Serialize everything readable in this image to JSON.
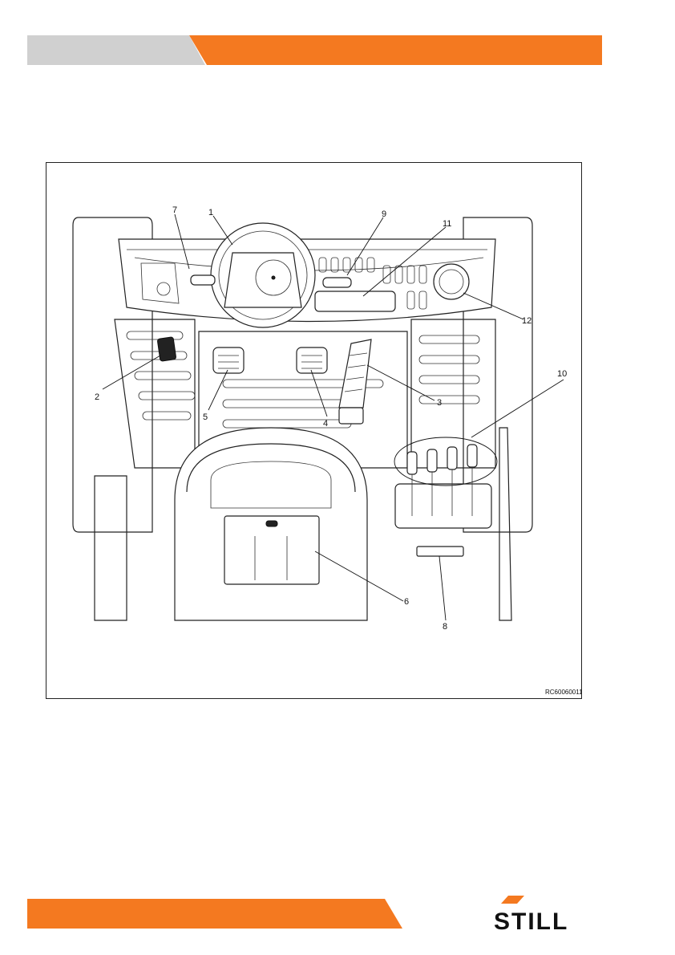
{
  "colors": {
    "accent_orange": "#F47920",
    "header_grey": "#D0D0D0",
    "logo_black": "#111111"
  },
  "figure": {
    "code": "RC60060011",
    "callouts": [
      "1",
      "2",
      "3",
      "4",
      "5",
      "6",
      "7",
      "8",
      "9",
      "10",
      "11",
      "12"
    ]
  },
  "logo": {
    "text": "STILL"
  }
}
